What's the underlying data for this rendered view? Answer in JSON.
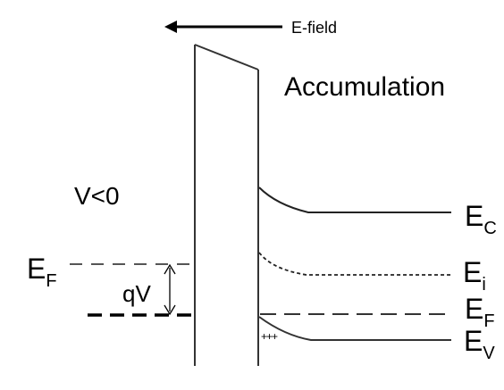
{
  "diagram": {
    "efield_label": "E-field",
    "title": "Accumulation",
    "voltage_label": "V<0",
    "metal_fermi": {
      "main": "E",
      "sub": "F"
    },
    "qv_label": "qV",
    "bands": {
      "conduction": {
        "main": "E",
        "sub": "C"
      },
      "intrinsic": {
        "main": "E",
        "sub": "i"
      },
      "fermi": {
        "main": "E",
        "sub": "F"
      },
      "valence": {
        "main": "E",
        "sub": "V"
      }
    },
    "holes_glyph": "+++"
  }
}
